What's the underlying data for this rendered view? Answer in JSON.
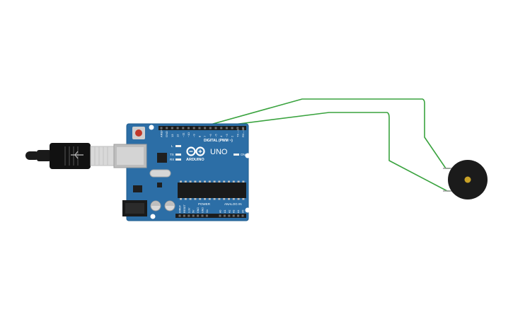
{
  "board": {
    "brand": "ARDUINO",
    "model": "UNO",
    "digital_label": "DIGITAL (PWM ~)",
    "power_label": "POWER",
    "analog_label": "ANALOG IN",
    "led_l": "L",
    "led_tx": "TX",
    "led_rx": "RX",
    "led_on": "ON",
    "top_pins": [
      "AREF",
      "GND",
      "13",
      "12",
      "~11",
      "~10",
      "~9",
      "8",
      "7",
      "~6",
      "~5",
      "4",
      "~3",
      "2",
      "TX→1",
      "RX←0"
    ],
    "power_pins": [
      "IOREF",
      "RESET",
      "3.3V",
      "5V",
      "GND",
      "GND",
      "Vin"
    ],
    "analog_pins": [
      "A0",
      "A1",
      "A2",
      "A3",
      "A4",
      "A5"
    ]
  },
  "colors": {
    "board": "#2c6ea6",
    "wire": "#3aa33f",
    "buzzer_body": "#1b1b1b",
    "buzzer_center": "#c9a227",
    "usb_cable": "#111111",
    "usb_plug": "#d6d6d6"
  }
}
